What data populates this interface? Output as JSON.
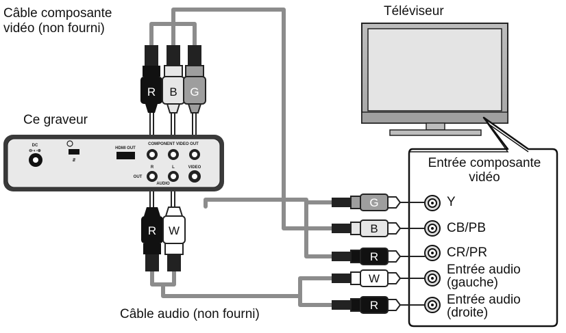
{
  "labels": {
    "component_cable": [
      "Câble composante",
      "vidéo (non fourni)"
    ],
    "recorder": "Ce graveur",
    "tv": "Téléviseur",
    "component_input": [
      "Entrée composante",
      "vidéo"
    ],
    "audio_cable": "Câble audio (non fourni)"
  },
  "tv_ports": [
    {
      "lines": [
        "Y"
      ]
    },
    {
      "lines": [
        "CB/PB"
      ]
    },
    {
      "lines": [
        "CR/PR"
      ]
    },
    {
      "lines": [
        "Entrée audio",
        "(gauche)"
      ]
    },
    {
      "lines": [
        "Entrée audio",
        "(droite)"
      ]
    }
  ],
  "plugs": {
    "video_top": [
      "R",
      "B",
      "G"
    ],
    "audio_top": [
      "R",
      "W"
    ],
    "tv_side": [
      "G",
      "B",
      "R",
      "W",
      "R"
    ]
  },
  "device_panel": {
    "dc": "DC",
    "hdmi": "HDMI OUT",
    "component": "COMPONENT VIDEO OUT",
    "r": "R",
    "l": "L",
    "video": "VIDEO",
    "out": "OUT",
    "audio": "AUDIO"
  }
}
